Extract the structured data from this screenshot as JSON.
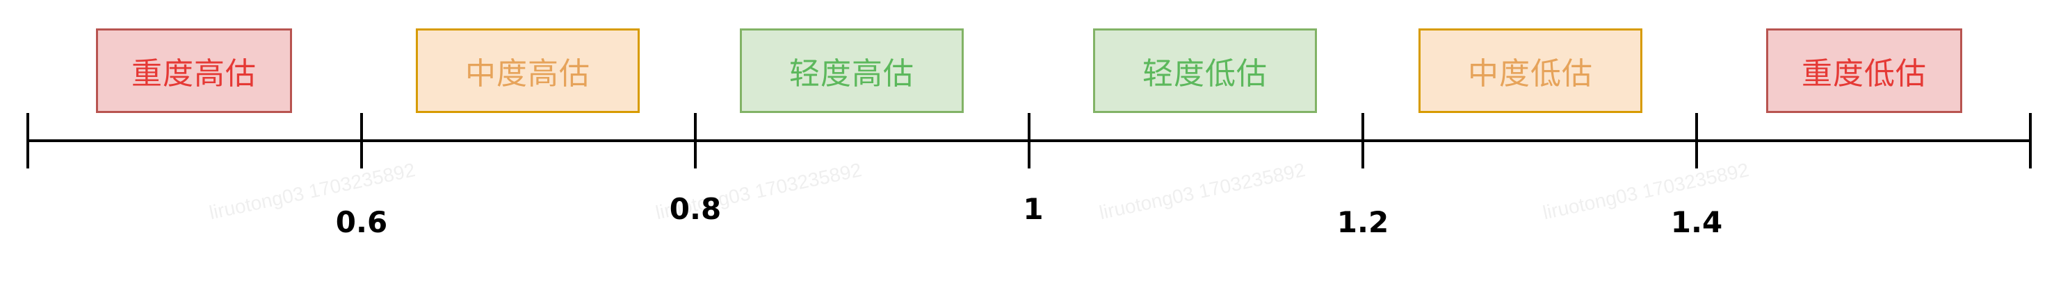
{
  "categories": [
    {
      "label": "重度高估",
      "text_color": "#e53935",
      "fill": "#f4cccc",
      "border": "#b85450"
    },
    {
      "label": "中度高估",
      "text_color": "#e6a35a",
      "fill": "#fce5cd",
      "border": "#d79b00"
    },
    {
      "label": "轻度高估",
      "text_color": "#5cb85c",
      "fill": "#d9ead3",
      "border": "#82b366"
    },
    {
      "label": "轻度低估",
      "text_color": "#5cb85c",
      "fill": "#d9ead3",
      "border": "#82b366"
    },
    {
      "label": "中度低估",
      "text_color": "#e6a35a",
      "fill": "#fce5cd",
      "border": "#d79b00"
    },
    {
      "label": "重度低估",
      "text_color": "#e53935",
      "fill": "#f4cccc",
      "border": "#b85450"
    }
  ],
  "ticks": [
    "0.6",
    "0.8",
    "1",
    "1.2",
    "1.4"
  ],
  "axis_color": "#000000",
  "watermark": "liruotong03 1703235892"
}
